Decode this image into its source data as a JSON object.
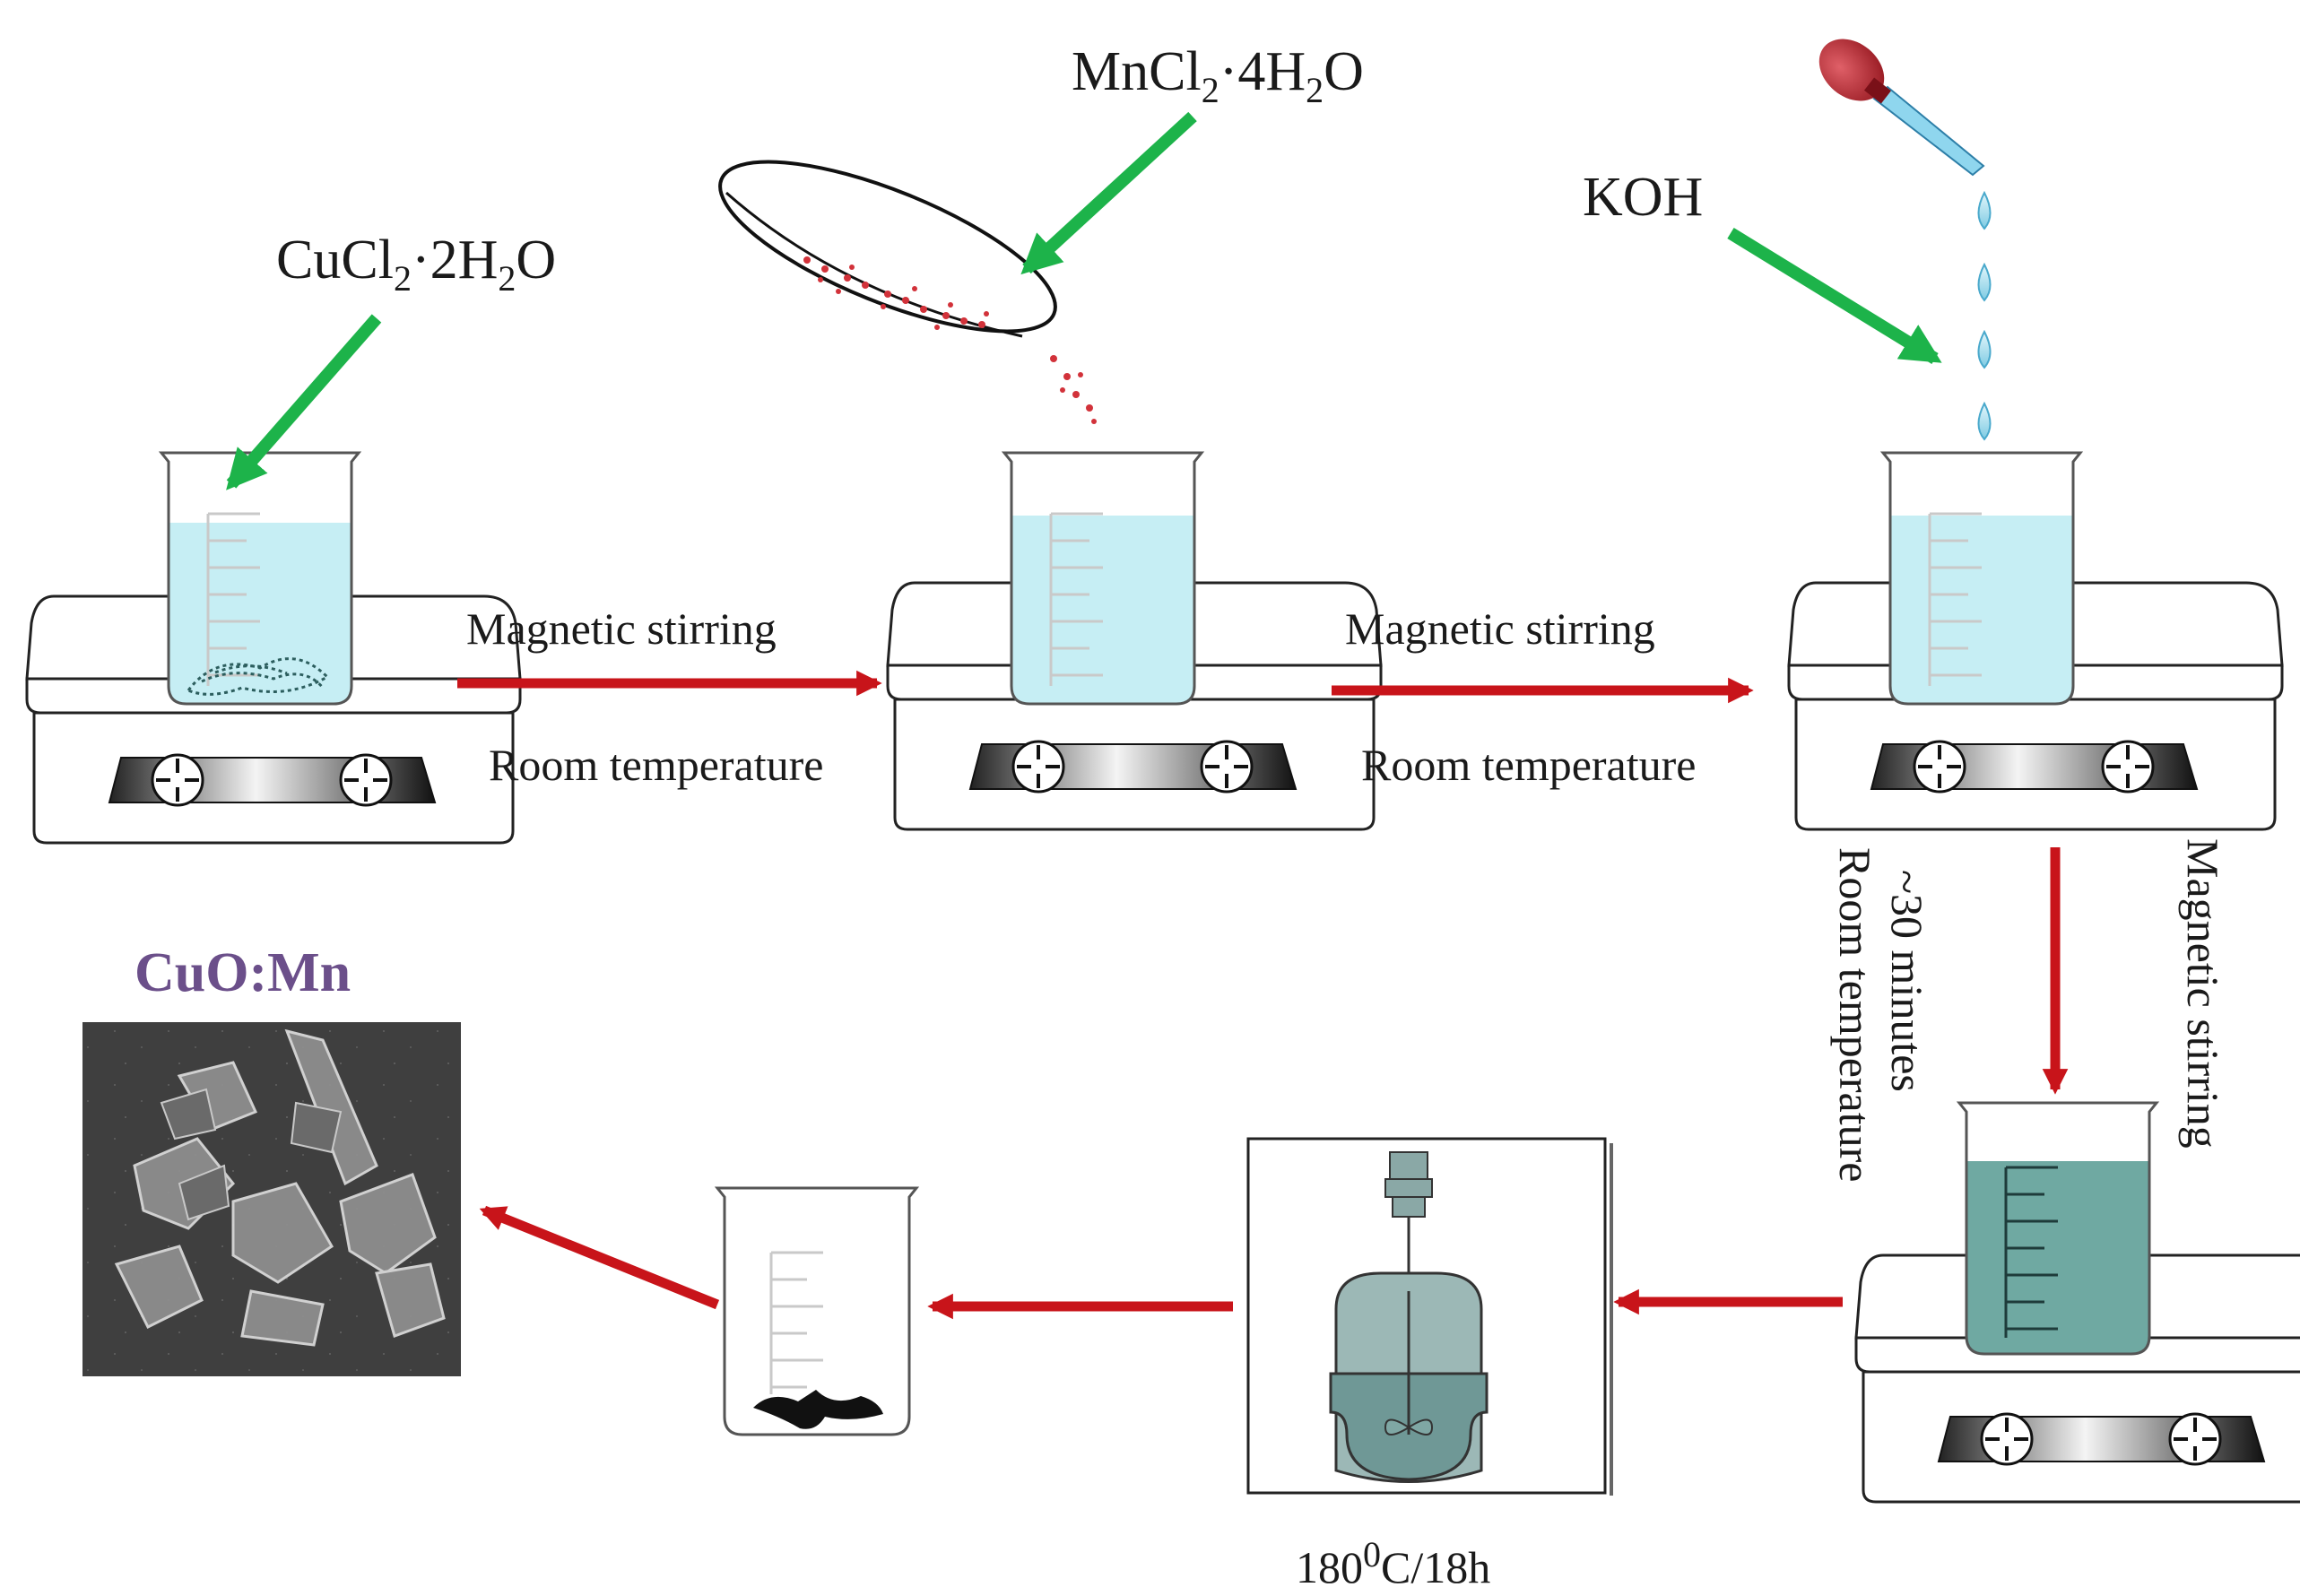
{
  "labels": {
    "reagent_cu": {
      "main": "CuCl",
      "s1": "2",
      "mid": "·2H",
      "s2": "2",
      "end": "O"
    },
    "reagent_mn": {
      "main": "MnCl",
      "s1": "2",
      "mid": "·4H",
      "s2": "2",
      "end": "O"
    },
    "reagent_koh": "KOH",
    "step1_top": "Magnetic stirring",
    "step1_bottom": "Room temperature",
    "step2_top": "Magnetic stirring",
    "step2_bottom": "Room temperature",
    "step3_line1": "Magnetic stirring",
    "step3_line2": "~30 minutes",
    "step3_line3": "Room temperature",
    "autoclave_base": "180",
    "autoclave_sup": "0",
    "autoclave_tail": "C/18h",
    "product": "CuO:Mn"
  },
  "colors": {
    "green_arrow": "#1db34a",
    "red_arrow": "#c8141a",
    "light_solution": "#c6eef4",
    "dark_solution": "#6fa9a2",
    "product_title": "#6b4f8a",
    "sem_background": "#4a4a4a"
  }
}
